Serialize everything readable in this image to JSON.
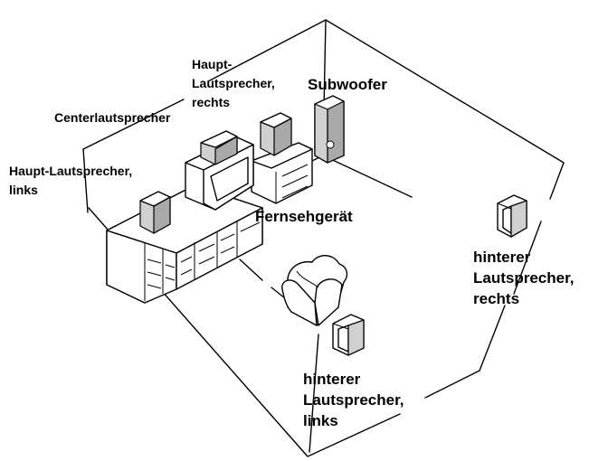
{
  "labels": {
    "haupt_rechts": [
      "Haupt-",
      "Lautsprecher,",
      "rechts"
    ],
    "subwoofer": [
      "Subwoofer"
    ],
    "center": [
      "Centerlautsprecher"
    ],
    "haupt_links": [
      "Haupt-Lautsprecher,",
      "links"
    ],
    "fernseh": [
      "Fernsehgerät"
    ],
    "hinten_rechts": [
      "hinterer",
      "Lautsprecher,",
      "rechts"
    ],
    "hinten_links": [
      "hinterer",
      "Lautsprecher,",
      "links"
    ]
  }
}
